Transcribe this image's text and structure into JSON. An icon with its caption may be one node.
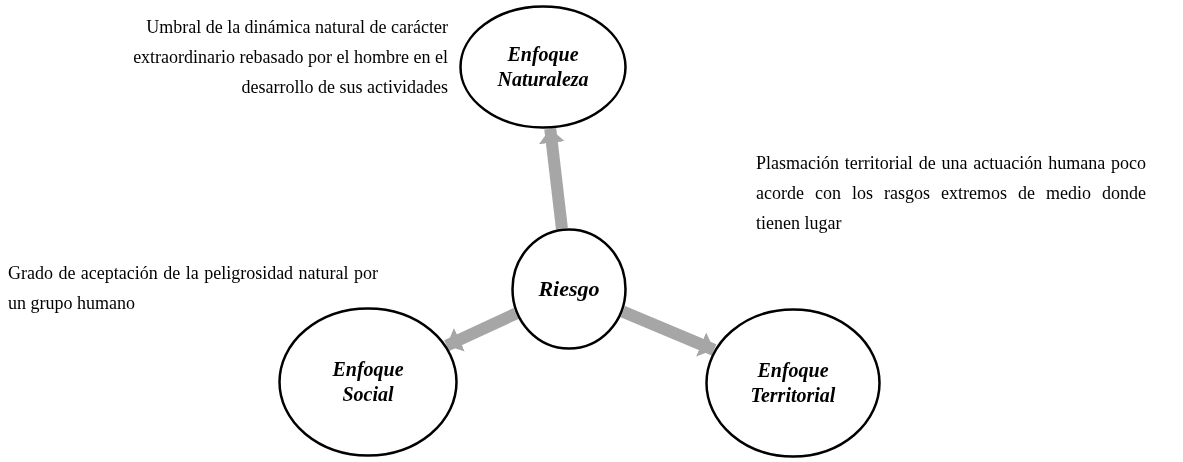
{
  "diagram": {
    "nodes": [
      {
        "text": [
          "Enfoque Naturaleza"
        ],
        "beside": [
          "Umbral de la dinámica natural de carácter extraordinario rebasado por el hombre en el desarrollo de sus actividades"
        ]
      },
      {
        "text": [
          "Riesgo"
        ]
      },
      {
        "text": [
          "Enfoque Social"
        ],
        "beside": [
          "Grado de aceptación de la peligrosidad natural por un grupo humano"
        ]
      },
      {
        "text": [
          "Enfoque Territorial"
        ]
      }
    ],
    "edges": [
      {
        "from": 1,
        "to": 0,
        "arrow": "to"
      },
      {
        "from": 1,
        "to": 2,
        "arrow": "to"
      },
      {
        "from": 1,
        "to": 3,
        "arrow": "to"
      }
    ],
    "labels": [
      "Plasmación territorial de una actuación humana poco acorde con los rasgos extremos de medio donde tienen lugar"
    ]
  }
}
